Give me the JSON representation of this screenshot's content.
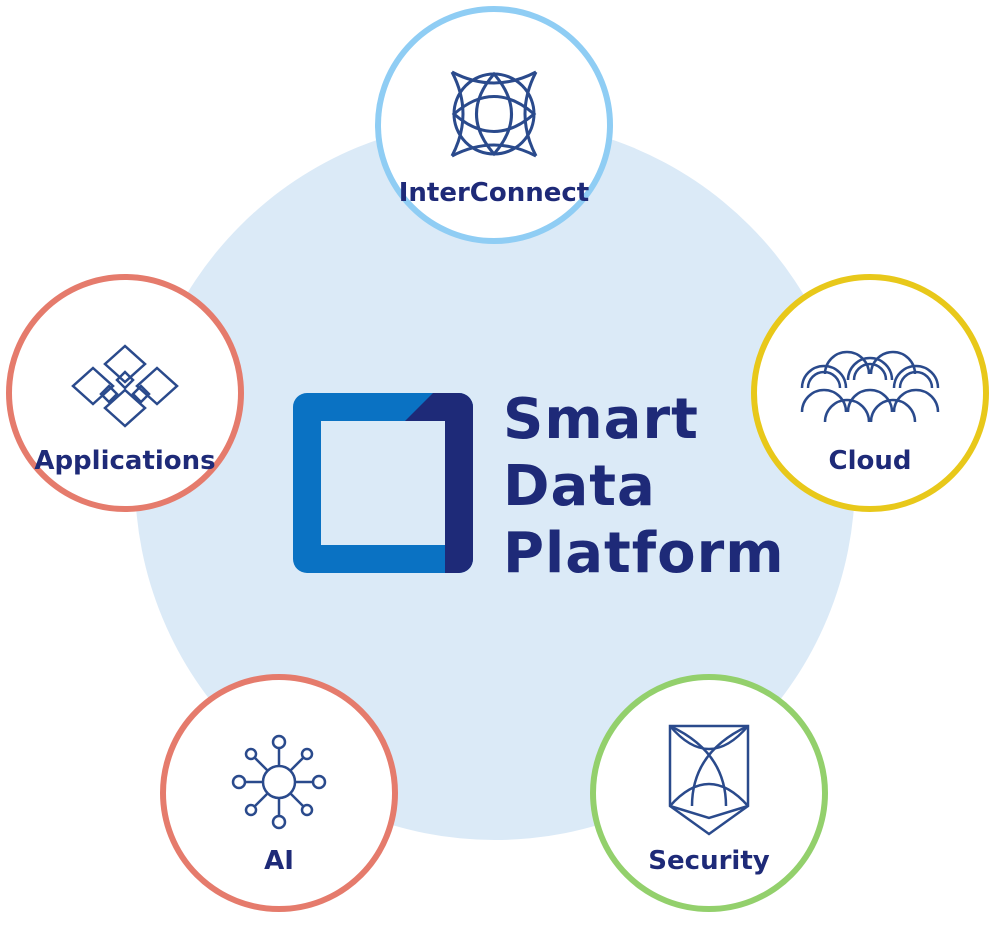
{
  "center": {
    "title_lines": [
      "Smart",
      "Data",
      "Platform"
    ]
  },
  "nodes": {
    "interconnect": {
      "label": "InterConnect",
      "icon": "interconnect-knot-icon",
      "border_color": "#8fcdf4"
    },
    "cloud": {
      "label": "Cloud",
      "icon": "cloud-arches-icon",
      "border_color": "#e8c81a"
    },
    "applications": {
      "label": "Applications",
      "icon": "applications-diamonds-icon",
      "border_color": "#e57b6c"
    },
    "ai": {
      "label": "AI",
      "icon": "ai-network-icon",
      "border_color": "#e57b6c"
    },
    "security": {
      "label": "Security",
      "icon": "security-shield-icon",
      "border_color": "#93d06c"
    }
  },
  "colors": {
    "background_circle": "#dbeaf7",
    "text": "#1e2a78",
    "icon": "#2a4a8c",
    "logo_light": "#0a72c3",
    "logo_dark": "#1e2a78"
  }
}
